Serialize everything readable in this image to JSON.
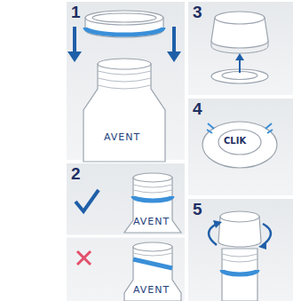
{
  "diagram": {
    "nodes": [
      {
        "text": [
          "1"
        ]
      },
      {
        "text": [
          "2"
        ]
      },
      {
        "text": [
          "3"
        ]
      },
      {
        "text": [
          "4"
        ]
      },
      {
        "text": [
          "5"
        ]
      }
    ],
    "labels": [
      "AVENT",
      "AVENT",
      "AVENT",
      "CLIK"
    ]
  }
}
